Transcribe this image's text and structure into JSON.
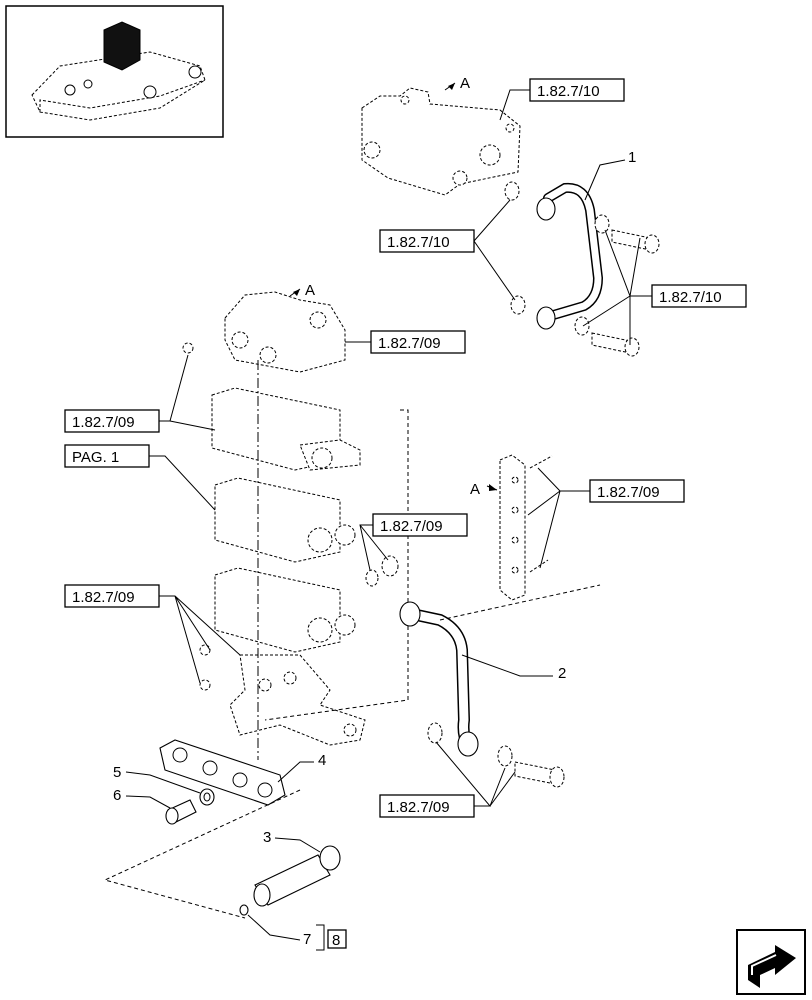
{
  "refs": {
    "r1": "1.82.7/10",
    "r2": "1.82.7/10",
    "r3": "1.82.7/10",
    "r4": "1.82.7/09",
    "r5": "1.82.7/09",
    "r6": "PAG. 1",
    "r7": "1.82.7/09",
    "r8": "1.82.7/09",
    "r9": "1.82.7/09",
    "r10": "1.82.7/09"
  },
  "labels": {
    "a1": "A",
    "a2": "A",
    "a3": "A"
  },
  "parts": {
    "p1": "1",
    "p2": "2",
    "p3": "3",
    "p4": "4",
    "p5": "5",
    "p6": "6",
    "p7": "7",
    "p8": "8"
  },
  "icons": {
    "thumbnail": "tractor-hydraulic-valve-thumbnail",
    "nav": "next-page-arrow-icon"
  }
}
